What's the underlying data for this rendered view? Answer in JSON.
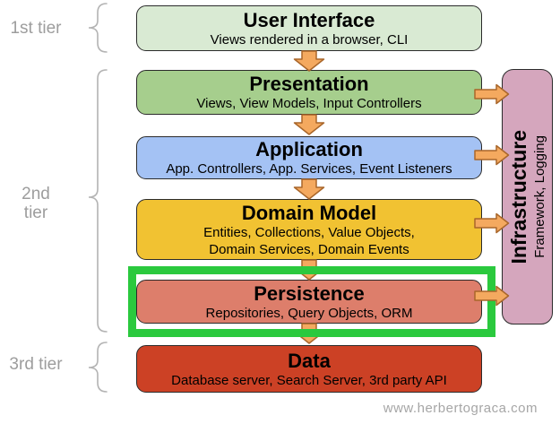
{
  "tiers": [
    {
      "label": "1st tier"
    },
    {
      "label": "2nd tier"
    },
    {
      "label": "3rd tier"
    }
  ],
  "layers": [
    {
      "title": "User Interface",
      "subtitle": "Views rendered in a browser, CLI",
      "color": "#d9ead3"
    },
    {
      "title": "Presentation",
      "subtitle": "Views, View Models, Input Controllers",
      "color": "#a6ce8d"
    },
    {
      "title": "Application",
      "subtitle": "App. Controllers, App. Services, Event Listeners",
      "color": "#a4c2f4"
    },
    {
      "title": "Domain Model",
      "subtitle": "Entities, Collections, Value Objects,",
      "subtitle2": "Domain Services, Domain Events",
      "color": "#f1c232"
    },
    {
      "title": "Persistence",
      "subtitle": "Repositories, Query Objects, ORM",
      "color": "#dd7e6b",
      "highlighted": true
    },
    {
      "title": "Data",
      "subtitle": "Database server, Search Server, 3rd party API",
      "color": "#cc4125"
    }
  ],
  "infrastructure": {
    "title": "Infrastructure",
    "subtitle": "Framework, Logging",
    "color": "#d5a6bd"
  },
  "highlight_box": {
    "color": "#2bc93e"
  },
  "arrows": {
    "fill": "#f4a95f",
    "stroke": "#a9662a"
  },
  "style": {
    "tier_label_color": "#9d9d9d",
    "brace_color": "#b3b3b3",
    "watermark_color": "#a6a6a6"
  },
  "watermark": "www.herbertograca.com"
}
